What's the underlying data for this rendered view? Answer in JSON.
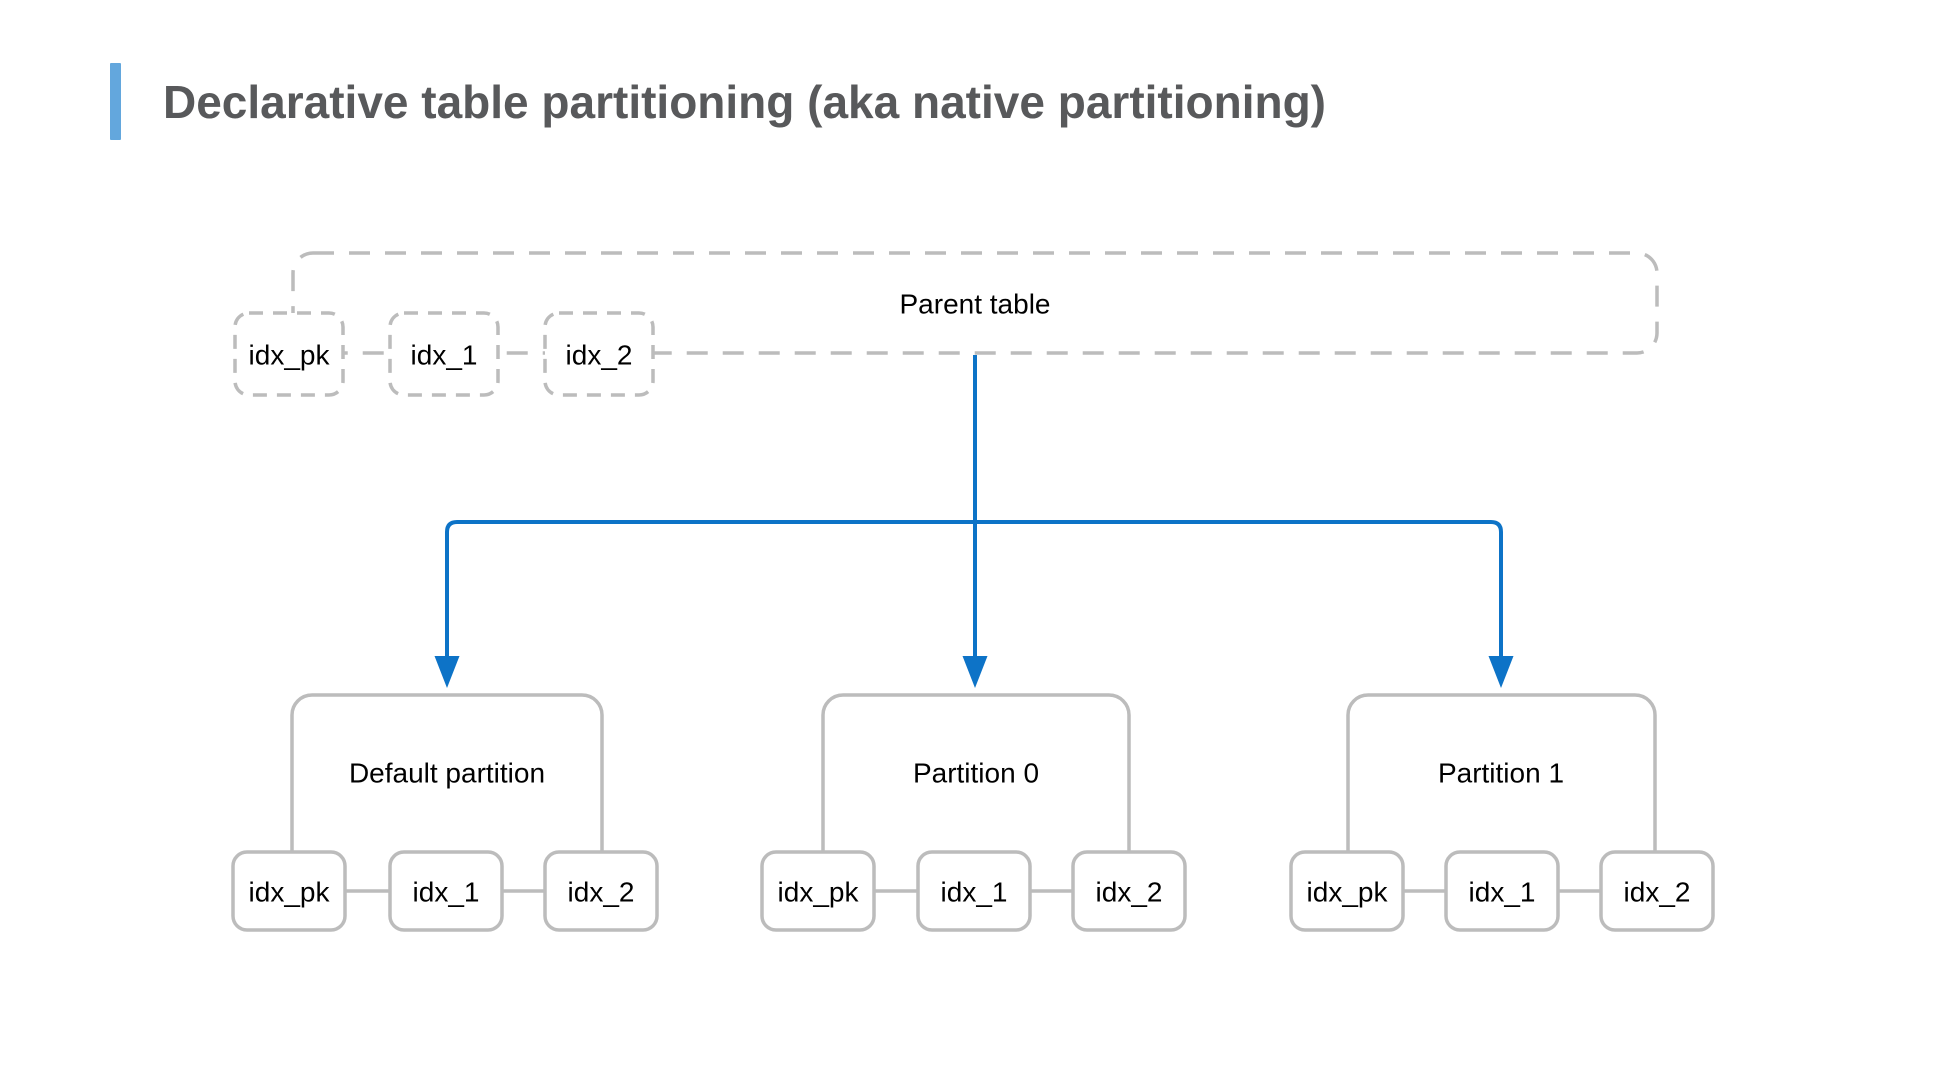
{
  "title": {
    "text": "Declarative table partitioning (aka native partitioning)"
  },
  "colors": {
    "accent_blue": "#0d73c7",
    "border_gray": "#bcbcbc",
    "title_accent_bar": "#63a7dd",
    "title_text": "#58595b",
    "label_text": "#000000",
    "background": "#ffffff"
  },
  "diagram": {
    "type": "tree",
    "parent": {
      "label": "Parent table",
      "indexes": [
        "idx_pk",
        "idx_1",
        "idx_2"
      ]
    },
    "partitions": [
      {
        "label": "Default partition",
        "indexes": [
          "idx_pk",
          "idx_1",
          "idx_2"
        ]
      },
      {
        "label": "Partition 0",
        "indexes": [
          "idx_pk",
          "idx_1",
          "idx_2"
        ]
      },
      {
        "label": "Partition 1",
        "indexes": [
          "idx_pk",
          "idx_1",
          "idx_2"
        ]
      }
    ]
  }
}
